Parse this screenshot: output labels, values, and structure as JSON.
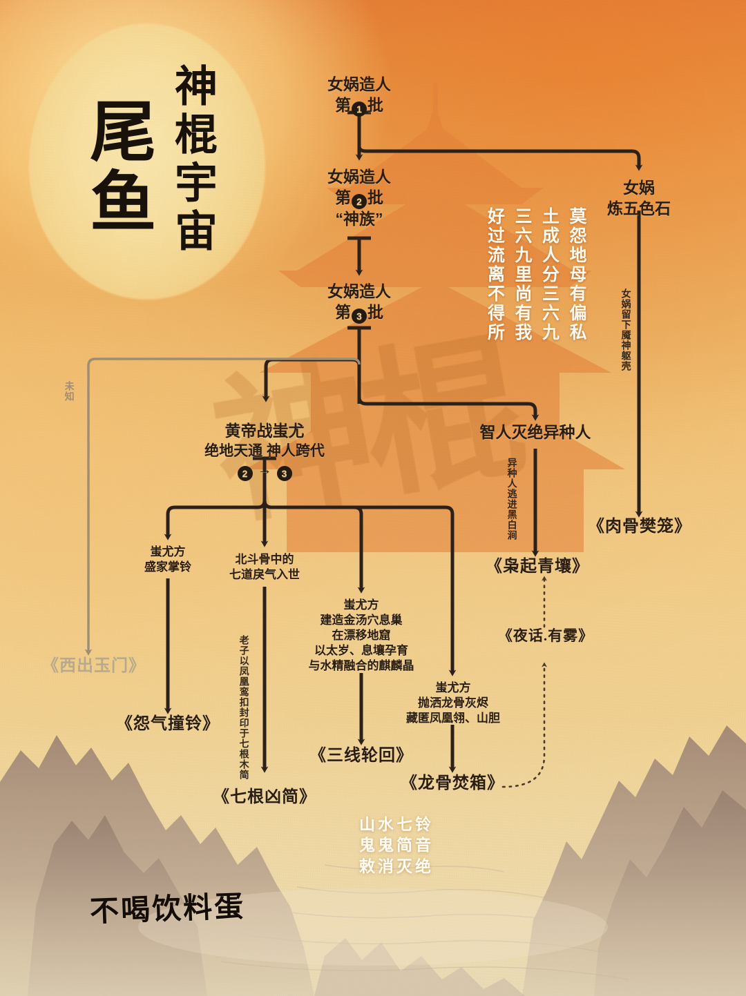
{
  "poster": {
    "title_main": "尾鱼",
    "title_sub": "神棍宇宙",
    "signature": "不喝饮料蛋",
    "watermark": "神棍"
  },
  "poem": {
    "columns": [
      "莫怨地母有偏私",
      "土成人分三六九",
      "三六九里尚有我",
      "好过流离不得所"
    ]
  },
  "incantation": {
    "lines": [
      "山水七铃",
      "鬼鬼简音",
      "敕消灭绝"
    ]
  },
  "nodes": {
    "nuwa1": {
      "l1": "女娲造人",
      "l2a": "第",
      "badge": "1",
      "l2b": "批"
    },
    "nuwa2": {
      "l1": "女娲造人",
      "l2a": "第",
      "badge": "2",
      "l2b": "批",
      "l3": "“神族”"
    },
    "nuwa3": {
      "l1": "女娲造人",
      "l2a": "第",
      "badge": "3",
      "l2b": "批"
    },
    "stone": {
      "l1": "女娲",
      "l2": "炼五色石"
    },
    "huangdi": {
      "l1": "黄帝战蚩尤",
      "l2": "绝地天通 神人跨代",
      "b1": "2",
      "arrow": "→",
      "b2": "3"
    },
    "zhiren": {
      "l1": "智人灭绝异种人"
    },
    "chiyou_bell": {
      "l1": "蚩尤方",
      "l2": "盛家掌铃"
    },
    "beidou": {
      "l1": "北斗骨中的",
      "l2": "七道戾气入世"
    },
    "chiyou_nest": {
      "l1": "蚩尤方",
      "l2": "建造金汤穴息巢",
      "l3": "在漂移地窟",
      "l4": "以太岁、息壤孕育",
      "l5": "与水精融合的麒麟晶"
    },
    "chiyou_bone": {
      "l1": "蚩尤方",
      "l2": "抛洒龙骨灰烬",
      "l3": "藏匿凤凰翎、山胆"
    }
  },
  "books": {
    "rougu": "《肉骨樊笼》",
    "xiaoqi": "《枭起青壤》",
    "yehua": "《夜话.有雾》",
    "xichu": "《西出玉门》",
    "yuanqi": "《怨气撞铃》",
    "qigen": "《七根凶简》",
    "sanxian": "《三线轮回》",
    "longgu": "《龙骨焚箱》"
  },
  "edge_labels": {
    "nuwa_shell": "女娲留下魇神躯壳",
    "yizhong": "异种人逃进黑白涧",
    "laozi": "老子以凤凰鸾扣封印于七根木简",
    "unknown": "未知"
  },
  "colors": {
    "ink": "#2a1d12",
    "edge": "#2b2119",
    "ghost_edge": "#9c8d73",
    "paper_warm": "#f0bc6c",
    "accent_orange": "#e4813a",
    "white_text": "#fffaf0"
  }
}
